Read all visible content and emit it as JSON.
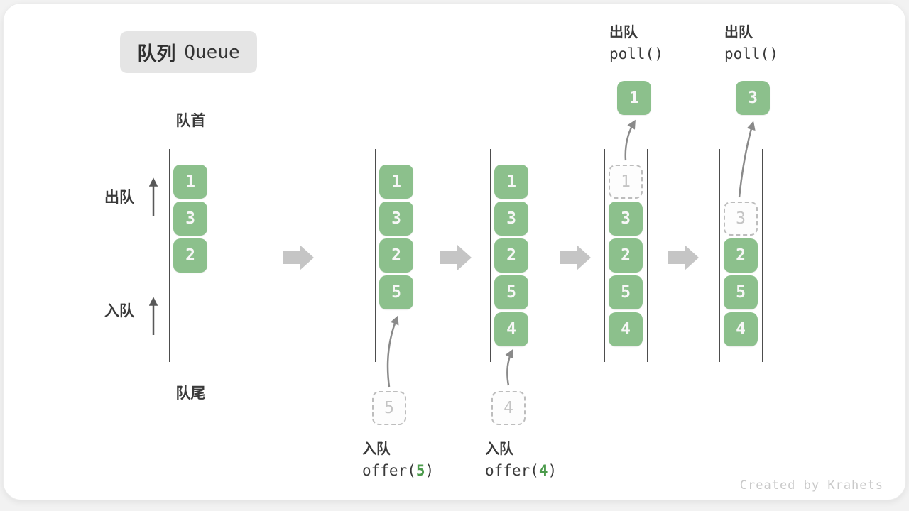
{
  "title": {
    "zh": "队列",
    "en": "Queue"
  },
  "labels": {
    "front": "队首",
    "rear": "队尾",
    "dequeue_side": "出队",
    "enqueue_side": "入队"
  },
  "colors": {
    "box_green": "#8cc08c",
    "box_text": "#f7f7f7",
    "accent_green": "#4c9b4c",
    "ghost_border": "#bdbdbd",
    "ghost_text": "#c4c4c4",
    "column_line": "#4d4d4d",
    "flow_arrow": "#c5c5c5",
    "curve_arrow": "#8a8a8a",
    "label_text": "#3a3a3a",
    "badge_bg": "#e5e5e5",
    "watermark": "#c9c9c9"
  },
  "states": [
    {
      "name": "initial",
      "boxes": [
        "1",
        "3",
        "2"
      ]
    },
    {
      "name": "after-offer-5",
      "boxes": [
        "1",
        "3",
        "2",
        "5"
      ],
      "ghost": "5"
    },
    {
      "name": "after-offer-4",
      "boxes": [
        "1",
        "3",
        "2",
        "5",
        "4"
      ],
      "ghost": "4"
    },
    {
      "name": "after-poll-1",
      "popped": "1",
      "ghost": "1",
      "boxes": [
        "3",
        "2",
        "5",
        "4"
      ]
    },
    {
      "name": "after-poll-3",
      "popped": "3",
      "ghost": "3",
      "boxes": [
        "2",
        "5",
        "4"
      ]
    }
  ],
  "operations": {
    "offer5": {
      "label_zh": "入队",
      "code_prefix": "offer(",
      "arg": "5",
      "code_suffix": ")"
    },
    "offer4": {
      "label_zh": "入队",
      "code_prefix": "offer(",
      "arg": "4",
      "code_suffix": ")"
    },
    "poll_first": {
      "label_zh": "出队",
      "code": "poll()"
    },
    "poll_second": {
      "label_zh": "出队",
      "code": "poll()"
    }
  },
  "watermark": "Created by Krahets"
}
